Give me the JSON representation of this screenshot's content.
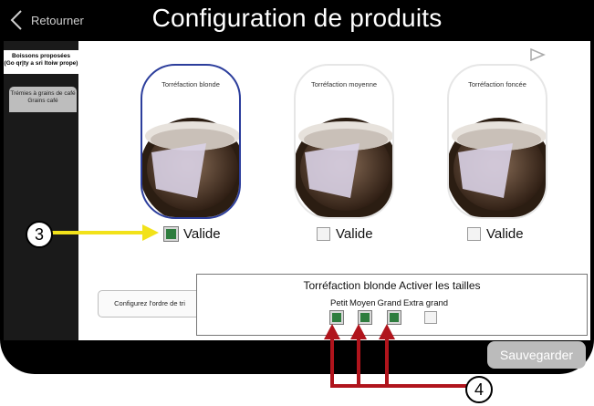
{
  "header": {
    "back_label": "Retourner",
    "title": "Configuration de produits"
  },
  "sidebar": {
    "items": [
      {
        "label": "Boissons proposées",
        "sublabel": "(Go qr|ty a sri ltoiw prope)"
      },
      {
        "label": "Trémies à grains de café",
        "sublabel": "Grains café"
      }
    ]
  },
  "products": [
    {
      "label": "Torréfaction blonde",
      "valide_label": "Valide",
      "checked": true
    },
    {
      "label": "Torréfaction moyenne",
      "valide_label": "Valide",
      "checked": false
    },
    {
      "label": "Torréfaction foncée",
      "valide_label": "Valide",
      "checked": false
    }
  ],
  "config_button_label": "Configurez l'ordre de tri",
  "sizes_panel": {
    "title": "Torréfaction blonde Activer les tailles",
    "sizes": [
      {
        "label": "Petit",
        "checked": true
      },
      {
        "label": "Moyen",
        "checked": true
      },
      {
        "label": "Grand",
        "checked": true
      },
      {
        "label": "Extra grand",
        "checked": false
      }
    ]
  },
  "save_label": "Sauvegarder",
  "callouts": {
    "three": "3",
    "four": "4"
  },
  "colors": {
    "selected_border": "#2c3e9c",
    "checked_green": "#2e7d3e",
    "callout_yellow": "#f2e21a",
    "callout_red": "#b0141c"
  }
}
